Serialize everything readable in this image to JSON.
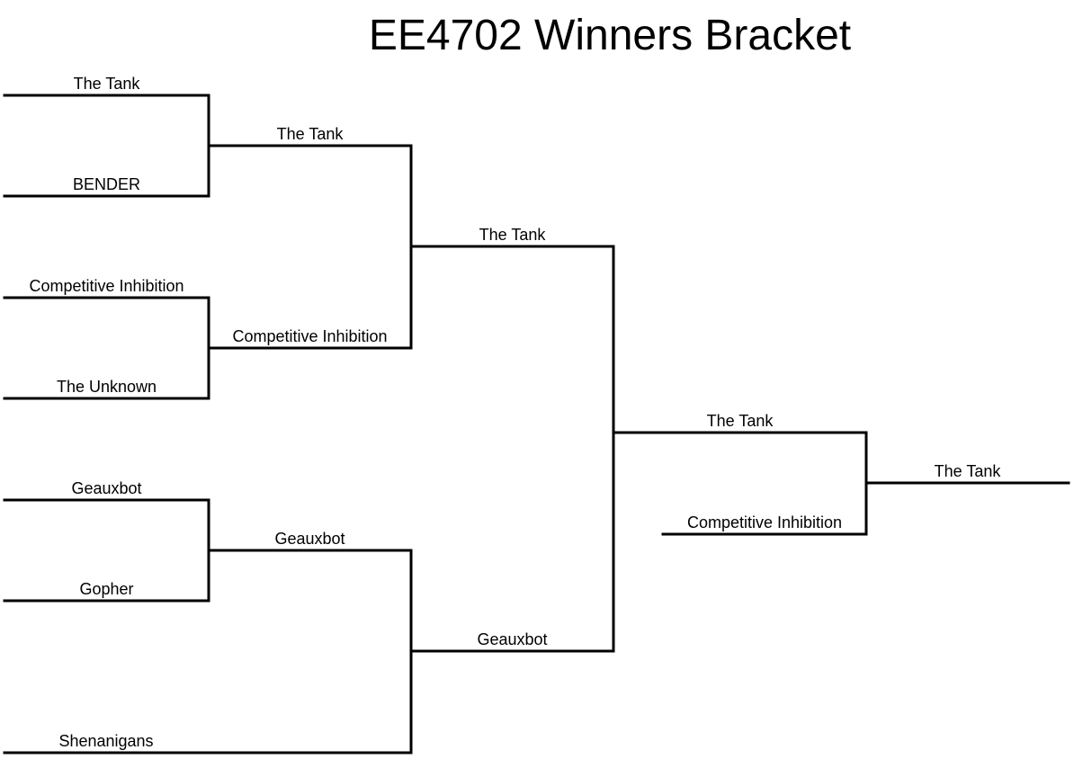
{
  "title": "EE4702 Winners Bracket",
  "colors": {
    "line": "#000000",
    "background": "#ffffff"
  },
  "rounds": {
    "round1": [
      "The Tank",
      "BENDER",
      "Competitive Inhibition",
      "The Unknown",
      "Geauxbot",
      "Gopher",
      "Shenanigans"
    ],
    "round2": [
      "The Tank",
      "Competitive Inhibition",
      "Geauxbot"
    ],
    "round3": [
      "The Tank",
      "Geauxbot"
    ],
    "round4": [
      "The Tank",
      "Competitive Inhibition"
    ],
    "champion": [
      "The Tank"
    ]
  }
}
